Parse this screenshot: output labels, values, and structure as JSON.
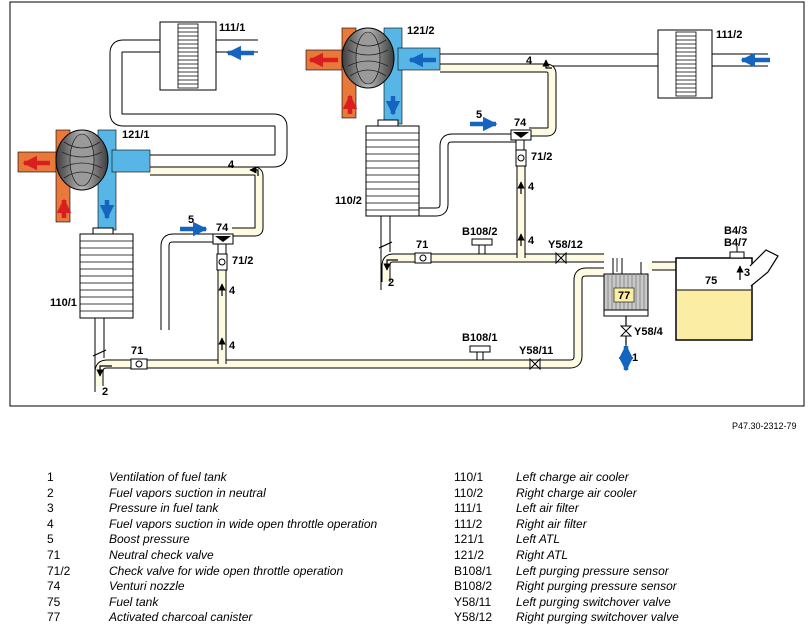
{
  "figure_code": "P47.30-2312-79",
  "labels": {
    "c111_1": "111/1",
    "c111_2": "111/2",
    "c121_1": "121/1",
    "c121_2": "121/2",
    "c110_1": "110/1",
    "c110_2": "110/2",
    "c74": "74",
    "c71": "71",
    "c71_2": "71/2",
    "cB108_1": "B108/1",
    "cB108_2": "B108/2",
    "cY58_11": "Y58/11",
    "cY58_12": "Y58/12",
    "cY58_4": "Y58/4",
    "cB4_3": "B4/3",
    "cB4_7": "B4/7",
    "c75": "75",
    "c77": "77",
    "n1": "1",
    "n2": "2",
    "n3": "3",
    "n4": "4",
    "n5": "5"
  },
  "legend": {
    "left": [
      {
        "key": "1",
        "text": "Ventilation of fuel tank"
      },
      {
        "key": "2",
        "text": "Fuel vapors suction in neutral"
      },
      {
        "key": "3",
        "text": "Pressure in fuel tank"
      },
      {
        "key": "4",
        "text": "Fuel vapors suction in wide open throttle operation"
      },
      {
        "key": "5",
        "text": "Boost pressure"
      },
      {
        "key": "71",
        "text": "Neutral check valve"
      },
      {
        "key": "71/2",
        "text": "Check valve for wide open throttle operation"
      },
      {
        "key": "74",
        "text": "Venturi nozzle"
      },
      {
        "key": "75",
        "text": "Fuel tank"
      },
      {
        "key": "77",
        "text": "Activated charcoal canister"
      }
    ],
    "right": [
      {
        "key": "110/1",
        "text": "Left charge air cooler"
      },
      {
        "key": "110/2",
        "text": "Right charge air cooler"
      },
      {
        "key": "111/1",
        "text": "Left air filter"
      },
      {
        "key": "111/2",
        "text": "Right air filter"
      },
      {
        "key": "121/1",
        "text": "Left ATL"
      },
      {
        "key": "121/2",
        "text": "Right ATL"
      },
      {
        "key": "B108/1",
        "text": "Left purging pressure sensor"
      },
      {
        "key": "B108/2",
        "text": "Right purging pressure sensor"
      },
      {
        "key": "Y58/11",
        "text": "Left purging switchover valve"
      },
      {
        "key": "Y58/12",
        "text": "Right purging switchover valve"
      }
    ]
  },
  "colors": {
    "flow_yellow": "#fffbe3",
    "fuel": "#fbeea4",
    "hot": "#e8793b",
    "cold": "#57b6e6",
    "arrow_blue": "#1565c0",
    "arrow_red": "#d81e1e"
  }
}
